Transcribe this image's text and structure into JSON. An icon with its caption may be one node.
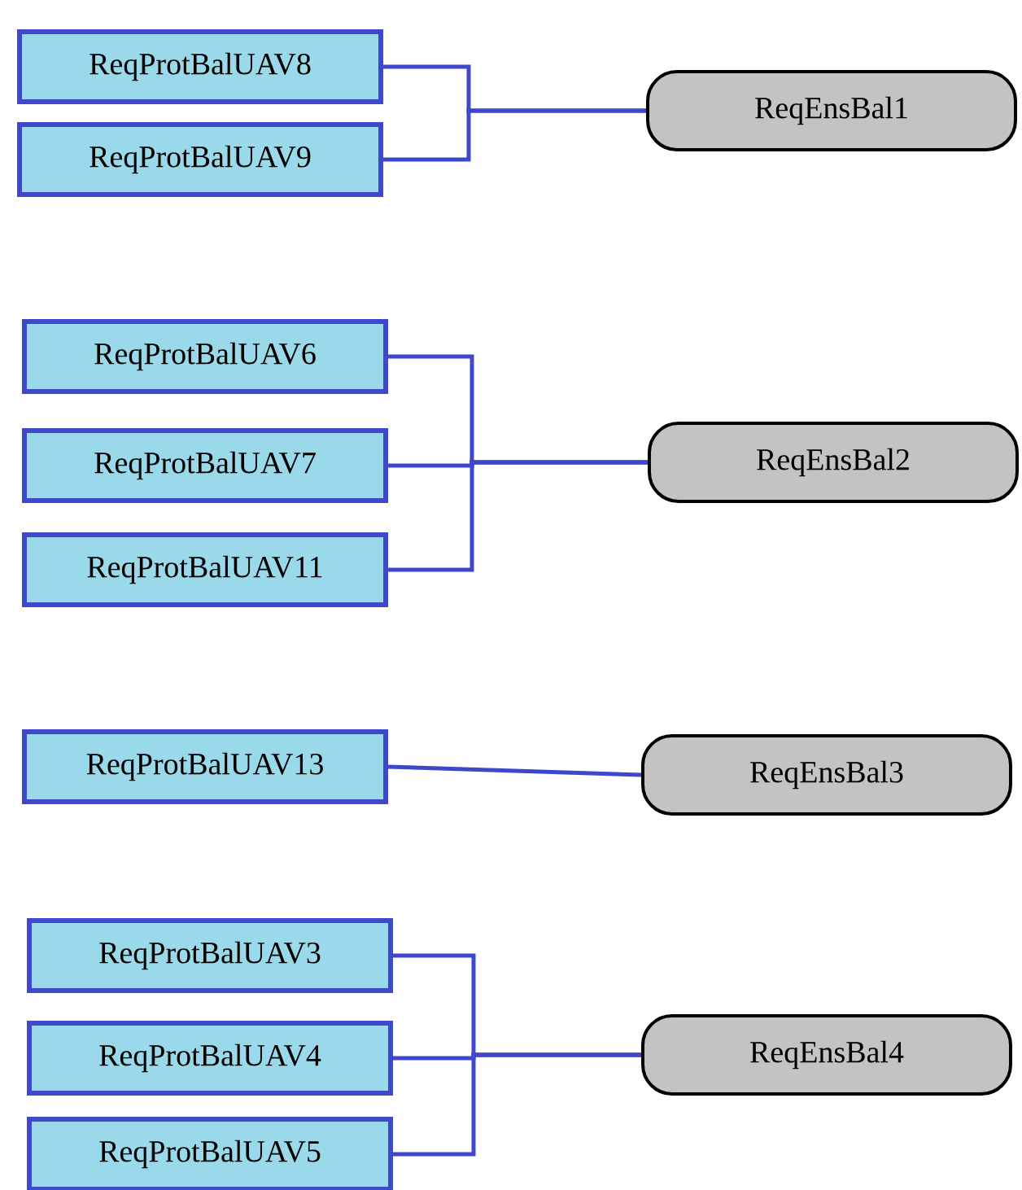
{
  "diagram": {
    "nodes": [
      {
        "text": [
          "ReqProtBalUAV8"
        ]
      },
      {
        "text": [
          "ReqProtBalUAV9"
        ]
      },
      {
        "text": [
          "ReqEnsBal1"
        ]
      },
      {
        "text": [
          "ReqProtBalUAV6"
        ]
      },
      {
        "text": [
          "ReqProtBalUAV7"
        ]
      },
      {
        "text": [
          "ReqProtBalUAV11"
        ]
      },
      {
        "text": [
          "ReqEnsBal2"
        ]
      },
      {
        "text": [
          "ReqProtBalUAV13"
        ]
      },
      {
        "text": [
          "ReqEnsBal3"
        ]
      },
      {
        "text": [
          "ReqProtBalUAV3"
        ]
      },
      {
        "text": [
          "ReqProtBalUAV4"
        ]
      },
      {
        "text": [
          "ReqProtBalUAV5"
        ]
      },
      {
        "text": [
          "ReqEnsBal4"
        ]
      }
    ],
    "edges": [
      {
        "from": 0,
        "to": 2,
        "arrow": "none"
      },
      {
        "from": 1,
        "to": 2,
        "arrow": "none"
      },
      {
        "from": 3,
        "to": 6,
        "arrow": "none"
      },
      {
        "from": 4,
        "to": 6,
        "arrow": "none"
      },
      {
        "from": 5,
        "to": 6,
        "arrow": "none"
      },
      {
        "from": 7,
        "to": 8,
        "arrow": "none"
      },
      {
        "from": 9,
        "to": 12,
        "arrow": "none"
      },
      {
        "from": 10,
        "to": 12,
        "arrow": "none"
      },
      {
        "from": 11,
        "to": 12,
        "arrow": "none"
      }
    ]
  }
}
